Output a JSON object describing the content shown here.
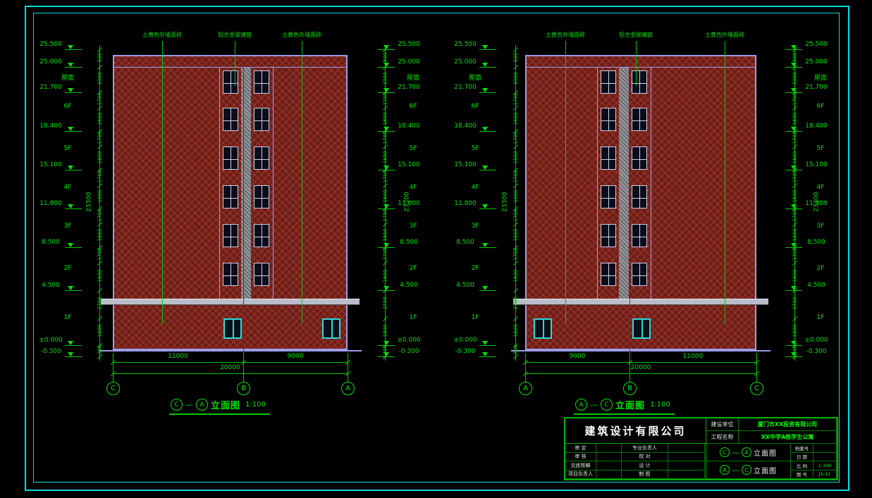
{
  "drawing": {
    "colors": {
      "background": "#000000",
      "frame_cyan": "#00dcdc",
      "dim_green": "#00e400",
      "wall_brick": "#6b1f19",
      "outline_periwinkle": "#9e9ee8",
      "grid_red": "#a81212",
      "window_cyan": "#2fd8d8"
    },
    "shared": {
      "levels": [
        "25.500",
        "25.000",
        "21.700",
        "18.400",
        "15.100",
        "11.800",
        "8.500",
        "4.500",
        "±0.000",
        "-0.300"
      ],
      "floors": [
        "屋面",
        "6F",
        "5F",
        "4F",
        "3F",
        "2F",
        "1F"
      ],
      "side_dims": [
        "500",
        "3300",
        "1700",
        "1600",
        "1700",
        "1600",
        "1700",
        "1600",
        "1700",
        "1600",
        "1700",
        "1600",
        "2700",
        "1800",
        "300"
      ],
      "overall_height": "23300"
    },
    "views": [
      {
        "title": {
          "from": "C",
          "sep": "—",
          "to": "A",
          "name": "立面图",
          "scale": "1:100"
        },
        "grids": [
          "C",
          "B",
          "A"
        ],
        "bottom_dims": [
          "11000",
          "9000"
        ],
        "overall_dim": "20000",
        "annotations": [
          "土黄色外墙面砖",
          "铝合金玻璃窗",
          "土黄色外墙面砖"
        ]
      },
      {
        "title": {
          "from": "A",
          "sep": "—",
          "to": "C",
          "name": "立面图",
          "scale": "1:100"
        },
        "grids": [
          "A",
          "B",
          "C"
        ],
        "bottom_dims": [
          "9000",
          "11000"
        ],
        "overall_dim": "20000",
        "annotations": [
          "土黄色外墙面砖",
          "铝合金玻璃窗",
          "土黄色外墙面砖"
        ]
      }
    ],
    "title_block": {
      "company": "建筑设计有限公司",
      "client_label": "建设单位",
      "client_value": "厦门市XX投资有限公司",
      "project_label": "工程名称",
      "project_value": "XX中学A栋学生公寓",
      "drawings": [
        {
          "from": "C",
          "sep": "—",
          "to": "A",
          "name": "立面图"
        },
        {
          "from": "A",
          "sep": "—",
          "to": "C",
          "name": "立面图"
        }
      ],
      "meta": [
        {
          "label": "档案号",
          "value": ""
        },
        {
          "label": "日 期",
          "value": ""
        },
        {
          "label": "比 例",
          "value": "1:100"
        },
        {
          "label": "图 号",
          "value": "JS-11"
        }
      ],
      "sign_rows": [
        {
          "l1": "审 定",
          "l2": "专业负责人"
        },
        {
          "l1": "审 核",
          "l2": "校 对"
        },
        {
          "l1": "交底核稿",
          "l2": "设 计"
        },
        {
          "l1": "项目负责人",
          "l2": "制 图"
        }
      ]
    }
  }
}
